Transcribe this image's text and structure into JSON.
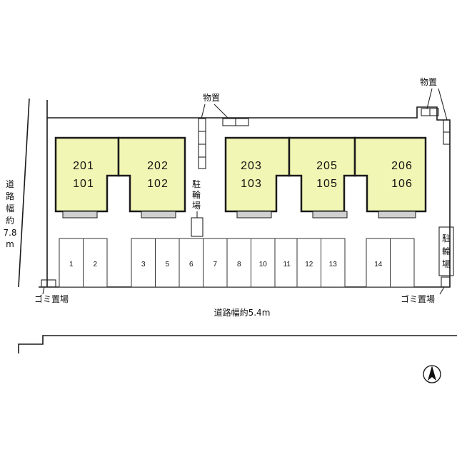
{
  "units": [
    {
      "upper": "201",
      "lower": "101"
    },
    {
      "upper": "202",
      "lower": "102"
    },
    {
      "upper": "203",
      "lower": "103"
    },
    {
      "upper": "205",
      "lower": "105"
    },
    {
      "upper": "206",
      "lower": "106"
    }
  ],
  "parking_spaces": [
    "1",
    "2",
    "3",
    "5",
    "6",
    "7",
    "8",
    "10",
    "11",
    "12",
    "13",
    "14"
  ],
  "labels": {
    "storage_left": "物置",
    "storage_right": "物置",
    "bike_parking_center": "駐輪場",
    "bike_parking_right": "駐輪場",
    "garbage_left": "ゴミ置場",
    "garbage_right": "ゴミ置場",
    "road_side": "道路幅約",
    "road_side_width": "7.8",
    "road_side_unit": "m",
    "road_front": "道路幅約5.4m"
  },
  "colors": {
    "unit_fill": "#f2f6b4",
    "balcony_fill": "#d0d0d0"
  },
  "icons": {
    "north": "north-arrow-icon"
  }
}
